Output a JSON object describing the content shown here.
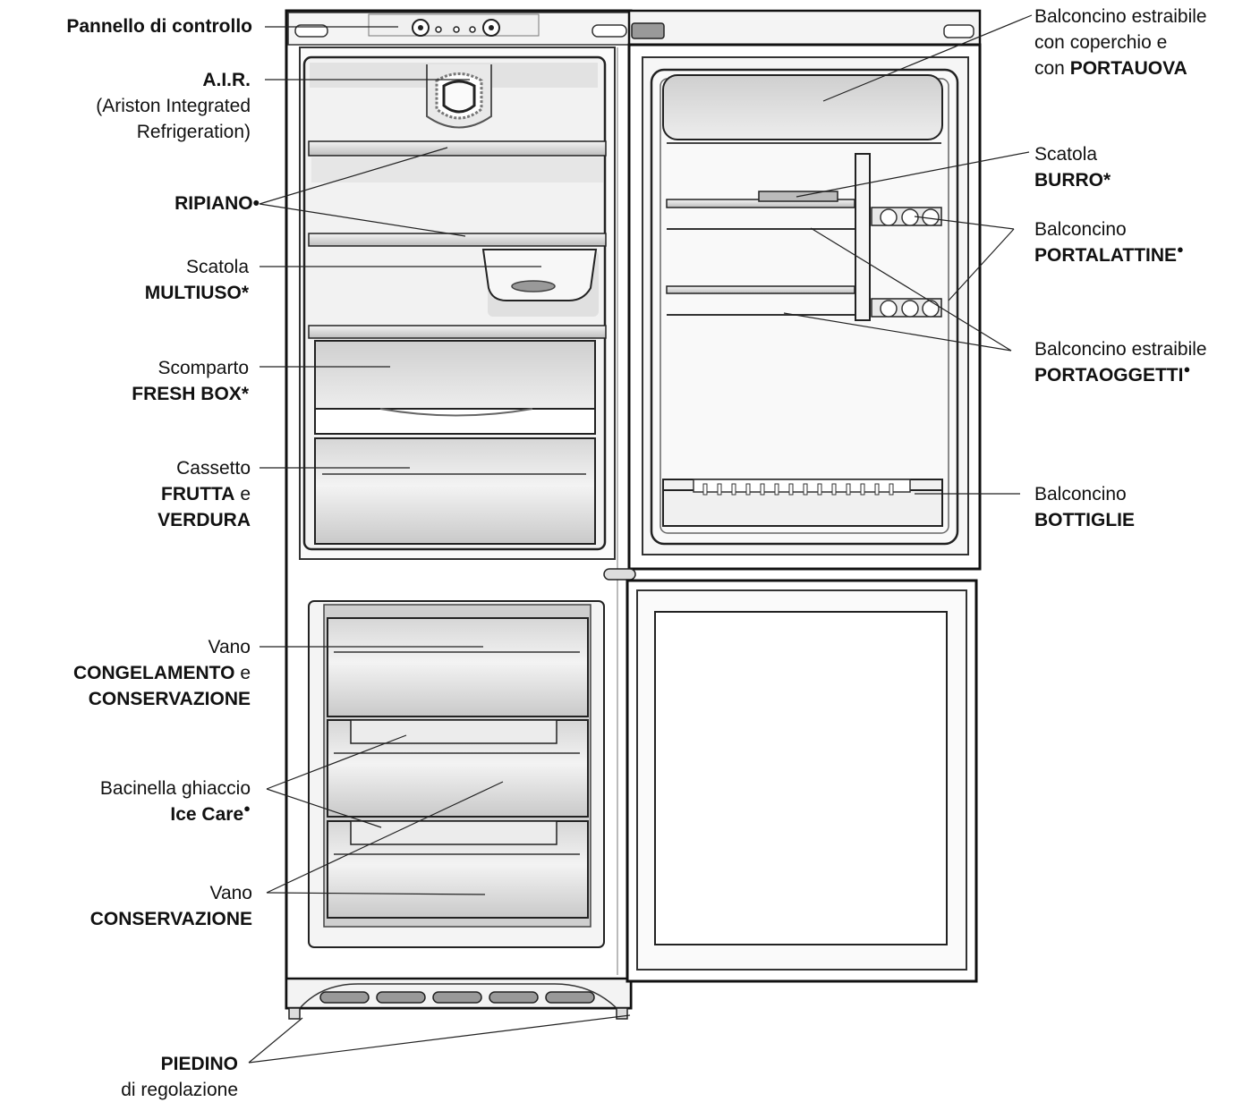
{
  "labels": {
    "control_panel": "Pannello di controllo",
    "air_title": "A.I.R.",
    "air_sub1": "(Ariston Integrated",
    "air_sub2": "Refrigeration)",
    "shelf": "RIPIANO",
    "shelf_mark": "•",
    "multi_box_1": "Scatola",
    "multi_box_2": "MULTIUSO",
    "multi_box_mark": "*",
    "fresh_box_1": "Scomparto",
    "fresh_box_2": "FRESH BOX",
    "fresh_box_mark": "*",
    "crisper_1": "Cassetto",
    "crisper_2a": "FRUTTA",
    "crisper_2b": "e",
    "crisper_3": "VERDURA",
    "freezer_1": "Vano",
    "freezer_2a": "CONGELAMENTO",
    "freezer_2b": "e",
    "freezer_3": "CONSERVAZIONE",
    "ice_1": "Bacinella ghiaccio",
    "ice_2": "Ice Care",
    "ice_mark": "●",
    "storage_1": "Vano",
    "storage_2": "CONSERVAZIONE",
    "foot_1": "PIEDINO",
    "foot_2": "di regolazione",
    "egg_1": "Balconcino estraibile",
    "egg_2": "con coperchio e",
    "egg_3a": "con",
    "egg_3b": "PORTAUOVA",
    "butter_1": "Scatola",
    "butter_2": "BURRO",
    "butter_mark": "*",
    "can_1": "Balconcino",
    "can_2": "PORTALATTINE",
    "can_mark": "●",
    "obj_1": "Balconcino estraibile",
    "obj_2": "PORTAOGGETTI",
    "obj_mark": "●",
    "bottle_1": "Balconcino",
    "bottle_2": "BOTTIGLIE"
  }
}
